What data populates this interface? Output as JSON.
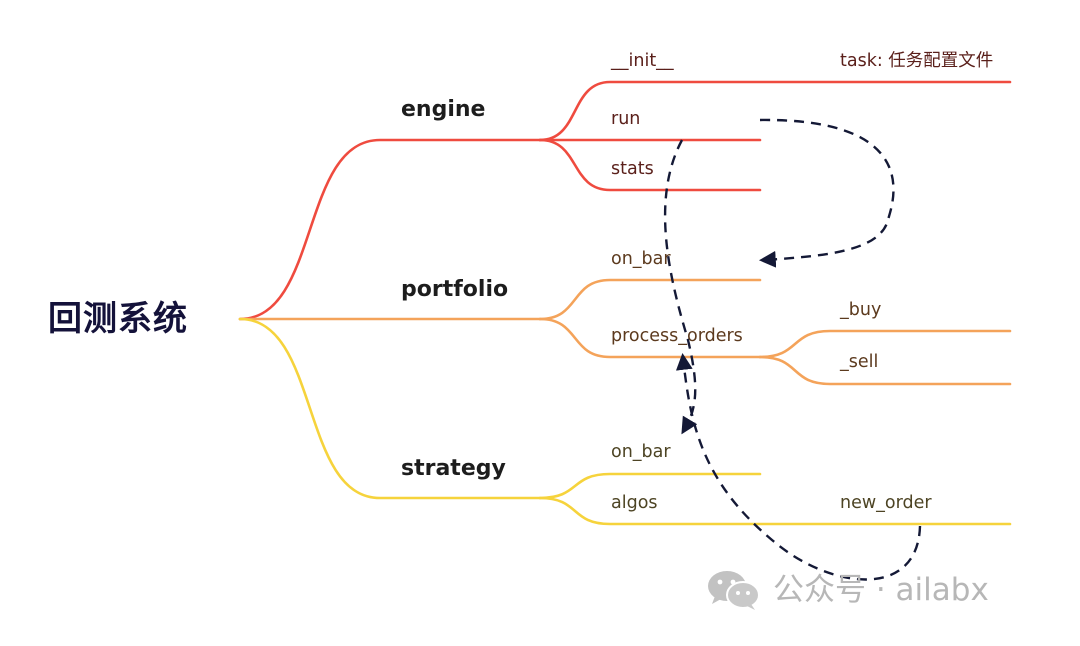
{
  "colors": {
    "engine": "#ef4b3f",
    "portfolio": "#f4a35a",
    "strategy": "#f6d33c",
    "arrow": "#141936"
  },
  "root": {
    "label": "回测系统"
  },
  "engine": {
    "label": "engine",
    "init": "__init__",
    "task": "task: 任务配置文件",
    "run": "run",
    "stats": "stats"
  },
  "portfolio": {
    "label": "portfolio",
    "on_bar": "on_bar",
    "process_orders": "process_orders",
    "buy": "_buy",
    "sell": "_sell"
  },
  "strategy": {
    "label": "strategy",
    "on_bar": "on_bar",
    "algos": "algos",
    "new_order": "new_order"
  },
  "watermark": {
    "icon": "wechat-icon",
    "text": "公众号 · ailabx"
  }
}
